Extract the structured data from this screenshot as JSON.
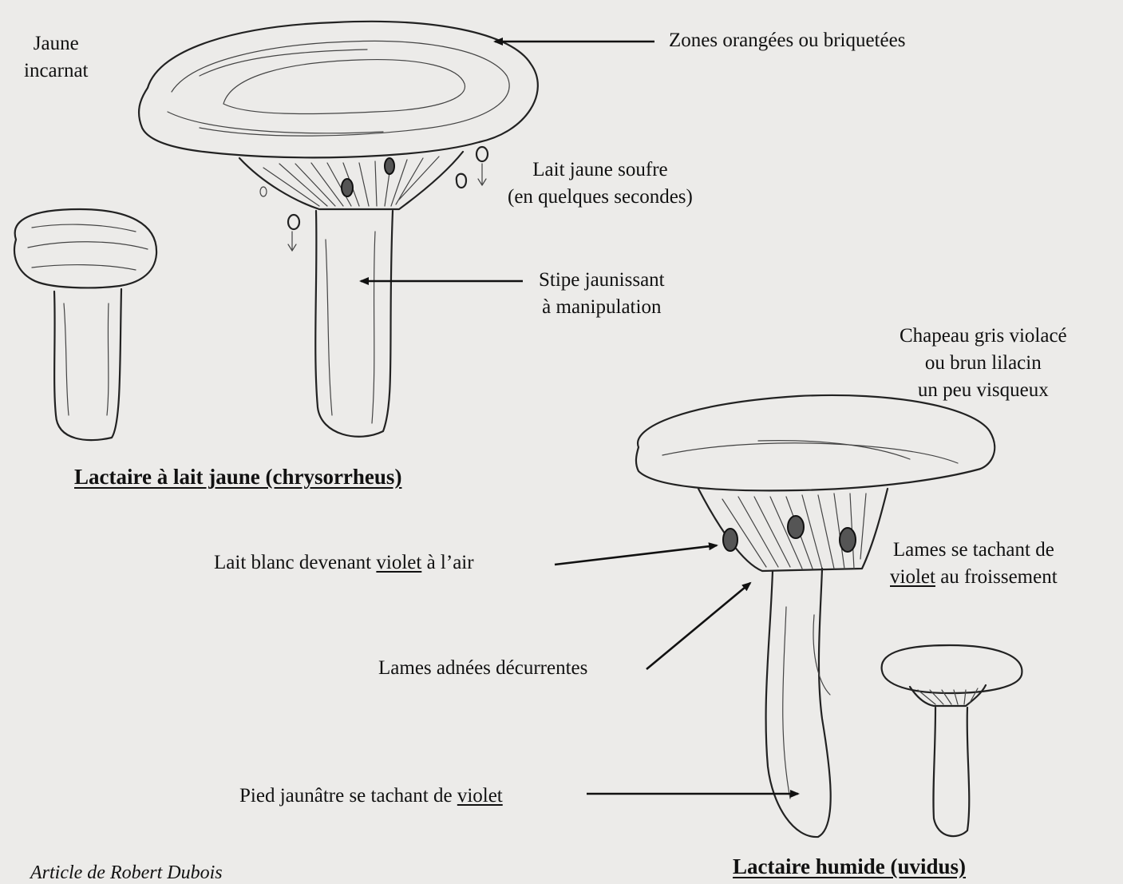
{
  "labels": {
    "jaune_incarnat": [
      "Jaune",
      "incarnat"
    ],
    "zones": "Zones orangées ou briquetées",
    "lait_jaune": [
      "Lait jaune soufre",
      "(en quelques secondes)"
    ],
    "stipe": [
      "Stipe jaunissant",
      "à manipulation"
    ],
    "chapeau": [
      "Chapeau gris violacé",
      "ou brun lilacin",
      "un peu visqueux"
    ],
    "lait_blanc": {
      "before": "Lait blanc devenant ",
      "underlined": "violet",
      "after": " à l’air"
    },
    "lames_tachant": {
      "line1": "Lames se tachant de",
      "underlined": "violet",
      "after": " au froissement"
    },
    "lames_adnees": "Lames adnées décurrentes",
    "pied": {
      "before": "Pied jaunâtre se tachant de ",
      "underlined": "violet"
    }
  },
  "titles": {
    "chrysorrheus": "Lactaire à lait jaune (chrysorrheus)",
    "uvidus": "Lactaire humide (uvidus)"
  },
  "credit": "Article de Robert Dubois",
  "colors": {
    "paper": "#ecebe9",
    "ink": "#111111"
  }
}
